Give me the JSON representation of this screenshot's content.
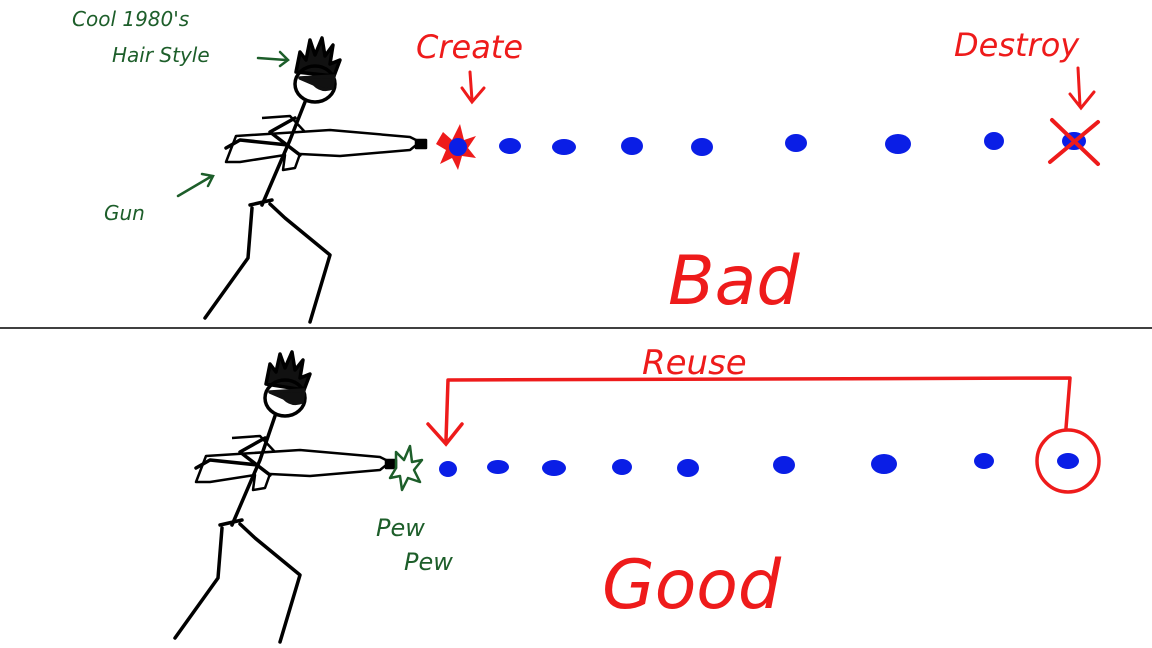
{
  "panels": [
    {
      "id": "bad",
      "verdict": "Bad",
      "annotations": {
        "hair": [
          "Cool 1980's",
          "Hair Style"
        ],
        "gun": "Gun",
        "create": "Create",
        "destroy": "Destroy"
      }
    },
    {
      "id": "good",
      "verdict": "Good",
      "annotations": {
        "reuse": "Reuse",
        "pew": [
          "Pew",
          "Pew"
        ]
      }
    }
  ],
  "colors": {
    "bullet": "#0a1ee6",
    "ink": "#000000",
    "annotation_red": "#ee1b1b",
    "annotation_green": "#1d5e2a",
    "divider": "#000000"
  }
}
